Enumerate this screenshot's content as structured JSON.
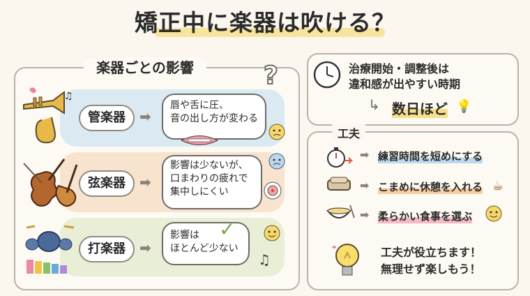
{
  "title": "矯正中に楽器は吹ける？",
  "left": {
    "header": "楽器ごとの影響",
    "rows": [
      {
        "category": "管楽器",
        "effect_line1": "唇や舌に圧、",
        "effect_line2": "音の出し方が変わる",
        "icon": "trumpet-icon"
      },
      {
        "category": "弦楽器",
        "effect_line1": "影響は少ないが、",
        "effect_line2": "口まわりの疲れで",
        "effect_line3": "集中しにくい",
        "icon": "violin-icon"
      },
      {
        "category": "打楽器",
        "effect_line1": "影響は",
        "effect_line2": "ほとんど少ない",
        "icon": "drum-icon"
      }
    ],
    "band_colors": [
      "#dbe9f3",
      "#f8e3cf",
      "#e8efd6"
    ]
  },
  "right": {
    "period_line1": "治療開始・調整後は",
    "period_line2": "違和感が出やすい時期",
    "period_value": "数日ほど",
    "tips_header": "工夫",
    "tips": [
      {
        "text": "練習時間を短めにする",
        "icon": "stopwatch-icon"
      },
      {
        "text": "こまめに休憩を入れる",
        "icon": "sofa-icon"
      },
      {
        "text": "柔らかい食事を選ぶ",
        "icon": "soup-bowl-icon"
      }
    ],
    "closing_line1": "工夫が役立ちます！",
    "closing_line2": "無理せず楽しもう！"
  }
}
